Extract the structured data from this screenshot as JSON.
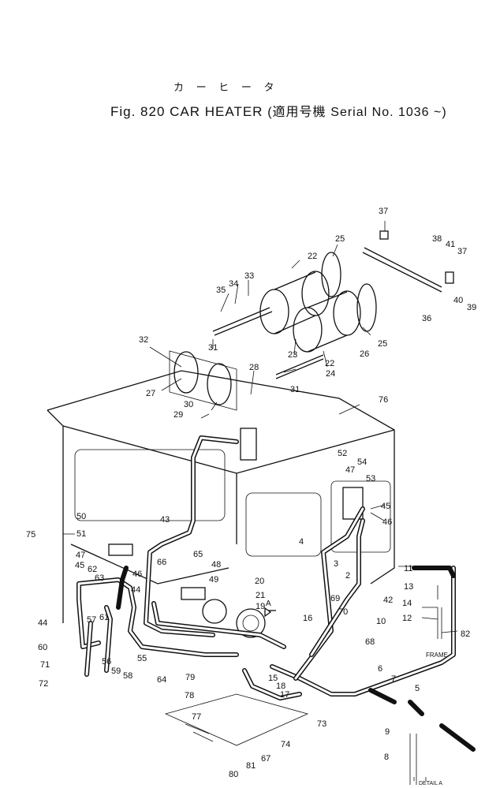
{
  "title": {
    "japanese": "カ ー ヒ ー タ",
    "fig_label": "Fig. 820 CAR HEATER",
    "serial_paren_jp": "(適用号機",
    "serial": "Serial No. 1036 ~)"
  },
  "detail_label": "DETAIL A",
  "frame_label": "FRAME",
  "arrow_label": "A",
  "part_numbers": [
    "37",
    "38",
    "41",
    "37",
    "40",
    "39",
    "36",
    "25",
    "22",
    "34",
    "33",
    "35",
    "23",
    "24",
    "26",
    "22",
    "25",
    "32",
    "31",
    "28",
    "27",
    "31",
    "30",
    "29",
    "76",
    "52",
    "54",
    "47",
    "53",
    "45",
    "46",
    "50",
    "51",
    "75",
    "43",
    "65",
    "66",
    "48",
    "49",
    "47",
    "45",
    "62",
    "63",
    "46",
    "44",
    "20",
    "21",
    "4",
    "3",
    "2",
    "69",
    "70",
    "42",
    "11",
    "13",
    "14",
    "12",
    "82",
    "16",
    "19",
    "10",
    "57",
    "61",
    "44",
    "60",
    "71",
    "72",
    "56",
    "59",
    "58",
    "55",
    "64",
    "79",
    "78",
    "77",
    "15",
    "18",
    "17",
    "68",
    "6",
    "7",
    "5",
    "73",
    "74",
    "67",
    "81",
    "80",
    "9",
    "8"
  ]
}
